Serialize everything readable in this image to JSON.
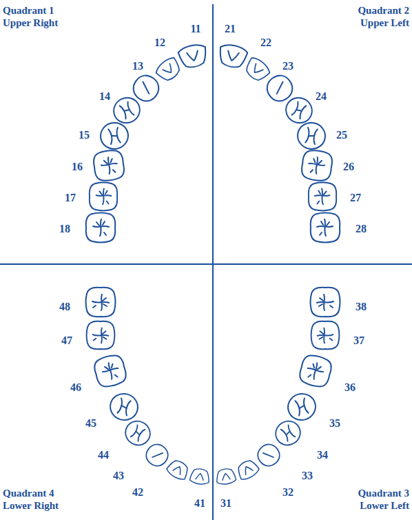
{
  "diagram": {
    "labels": [
      "Quadrant 1 Upper Right",
      "Quadrant 2 Upper Left",
      "11",
      "12",
      "13",
      "14",
      "15",
      "16",
      "17",
      "18",
      "21",
      "22",
      "23",
      "24",
      "25",
      "26",
      "27",
      "28",
      "48",
      "47",
      "46",
      "45",
      "44",
      "43",
      "42",
      "41",
      "31",
      "32",
      "33",
      "34",
      "35",
      "36",
      "37",
      "38",
      "Quadrant 4 Lower Right",
      "Quadrant 3 Lower Left"
    ]
  }
}
